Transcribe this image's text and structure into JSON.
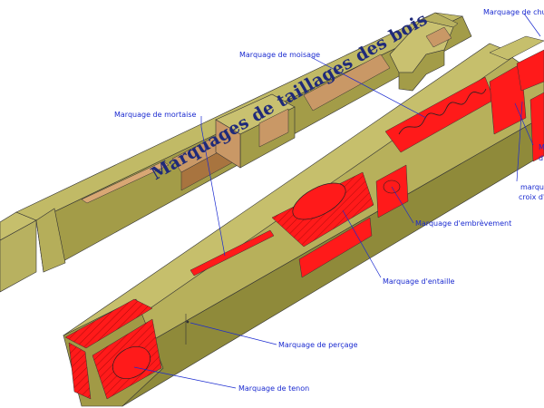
{
  "title": "Marquages de taillages des bois",
  "labels": {
    "moisage": "Marquage de moisage",
    "mortaise": "Marquage de mortaise",
    "chute": "Marquage de chute",
    "m_right1": "M",
    "d_right1": "d",
    "croix1": "marqu",
    "croix2": "croix d'",
    "embrevement": "Marquage d'embrèvement",
    "entaille": "Marquage d'entaille",
    "percage": "Marquage de perçage",
    "tenon": "Marquage de tenon"
  },
  "colors": {
    "wood_light": "#c9c170",
    "wood_top": "#b4ad58",
    "wood_side": "#8f8a3a",
    "wood_dark": "#6f6a2a",
    "cut_wood": "#c99866",
    "cut_dark": "#8a5a32",
    "mark_red": "#ff1a1a",
    "leader_blue": "#1a2ad0"
  }
}
